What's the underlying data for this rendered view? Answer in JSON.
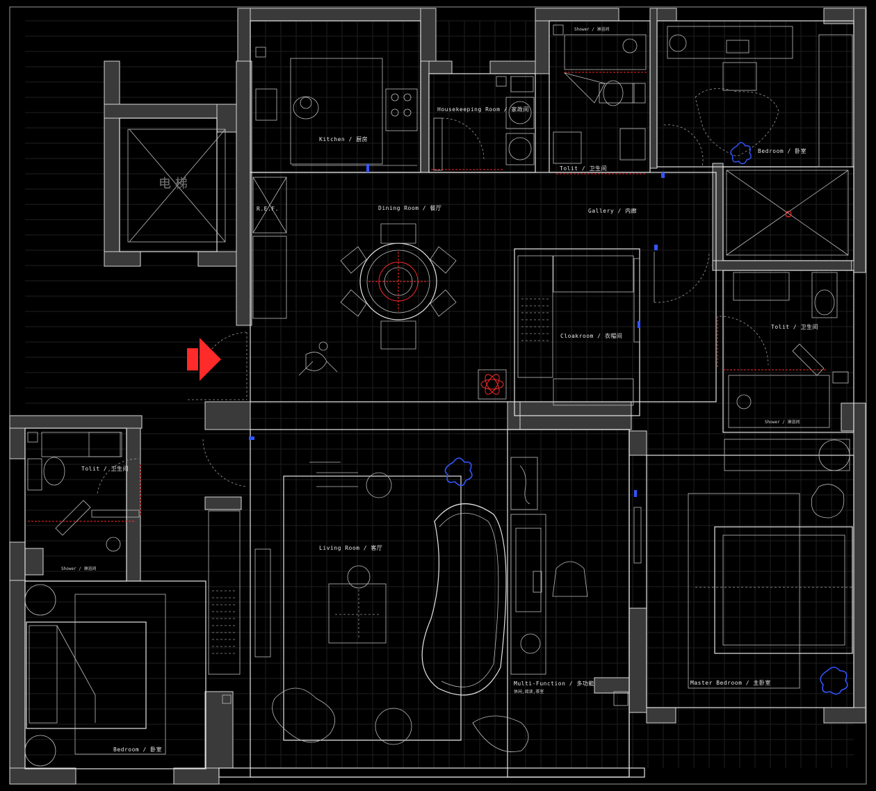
{
  "colors": {
    "background": "#000000",
    "wall_fill": "#3a3a3a",
    "line": "#e6e6e6",
    "accent_red": "#ff2a2a",
    "accent_blue": "#3355ff"
  },
  "rooms": {
    "kitchen": "Kitchen  /  厨房",
    "housekeeping": "Housekeeping Room  /  家政间",
    "shower_top": "Shower  /  淋浴间",
    "toilet_top": "Tolit  /  卫生间",
    "bedroom_ne": "Bedroom  /  卧室",
    "ref": "R.E.F.",
    "dining": "Dining Room  /  餐厅",
    "gallery": "Gallery  /  内廊",
    "cloakroom": "Cloakroom  /  衣帽间",
    "toilet_east": "Tolit  /  卫生间",
    "shower_east": "Shower  /  淋浴间",
    "elevator": "电  梯",
    "toilet_west": "Tolit  /  卫生间",
    "shower_west": "Shower  /  淋浴间",
    "living": "Living Room  /  客厅",
    "multi_function": "Multi-Function  /  多功能",
    "multi_function_sub": "休闲,阅读,茶室",
    "master_bedroom": "Master Bedroom  /  主卧室",
    "bedroom_sw": "Bedroom  /  卧室"
  },
  "icons": {
    "entrance": "entrance-arrow-icon",
    "elevator": "elevator-cross-icon"
  }
}
